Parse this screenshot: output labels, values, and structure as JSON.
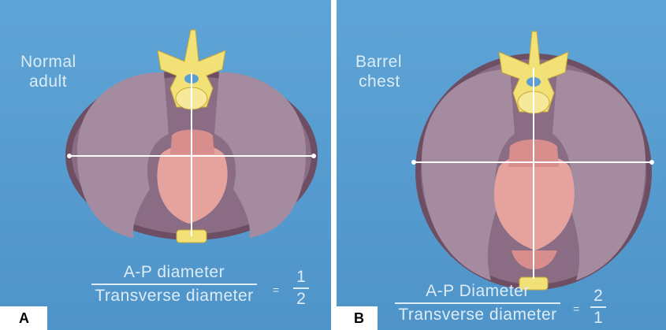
{
  "panels": [
    {
      "letter": "A",
      "title_line1": "Normal",
      "title_line2": "adult",
      "numerator_text": "A-P diameter",
      "denominator_text": "Transverse diameter",
      "equals": "=",
      "ratio_top": "1",
      "ratio_bottom": "2"
    },
    {
      "letter": "B",
      "title_line1": "Barrel",
      "title_line2": "chest",
      "numerator_text": "A-P Diameter",
      "denominator_text": "Transverse diameter",
      "equals": "=",
      "ratio_top": "2",
      "ratio_bottom": "1"
    }
  ],
  "colors": {
    "background": "#5b9ed1",
    "rib_outline": "#6d4e63",
    "lung": "#a48ba0",
    "bone": "#f2e176",
    "heart": "#e6a39e",
    "axis": "#ffffff"
  }
}
